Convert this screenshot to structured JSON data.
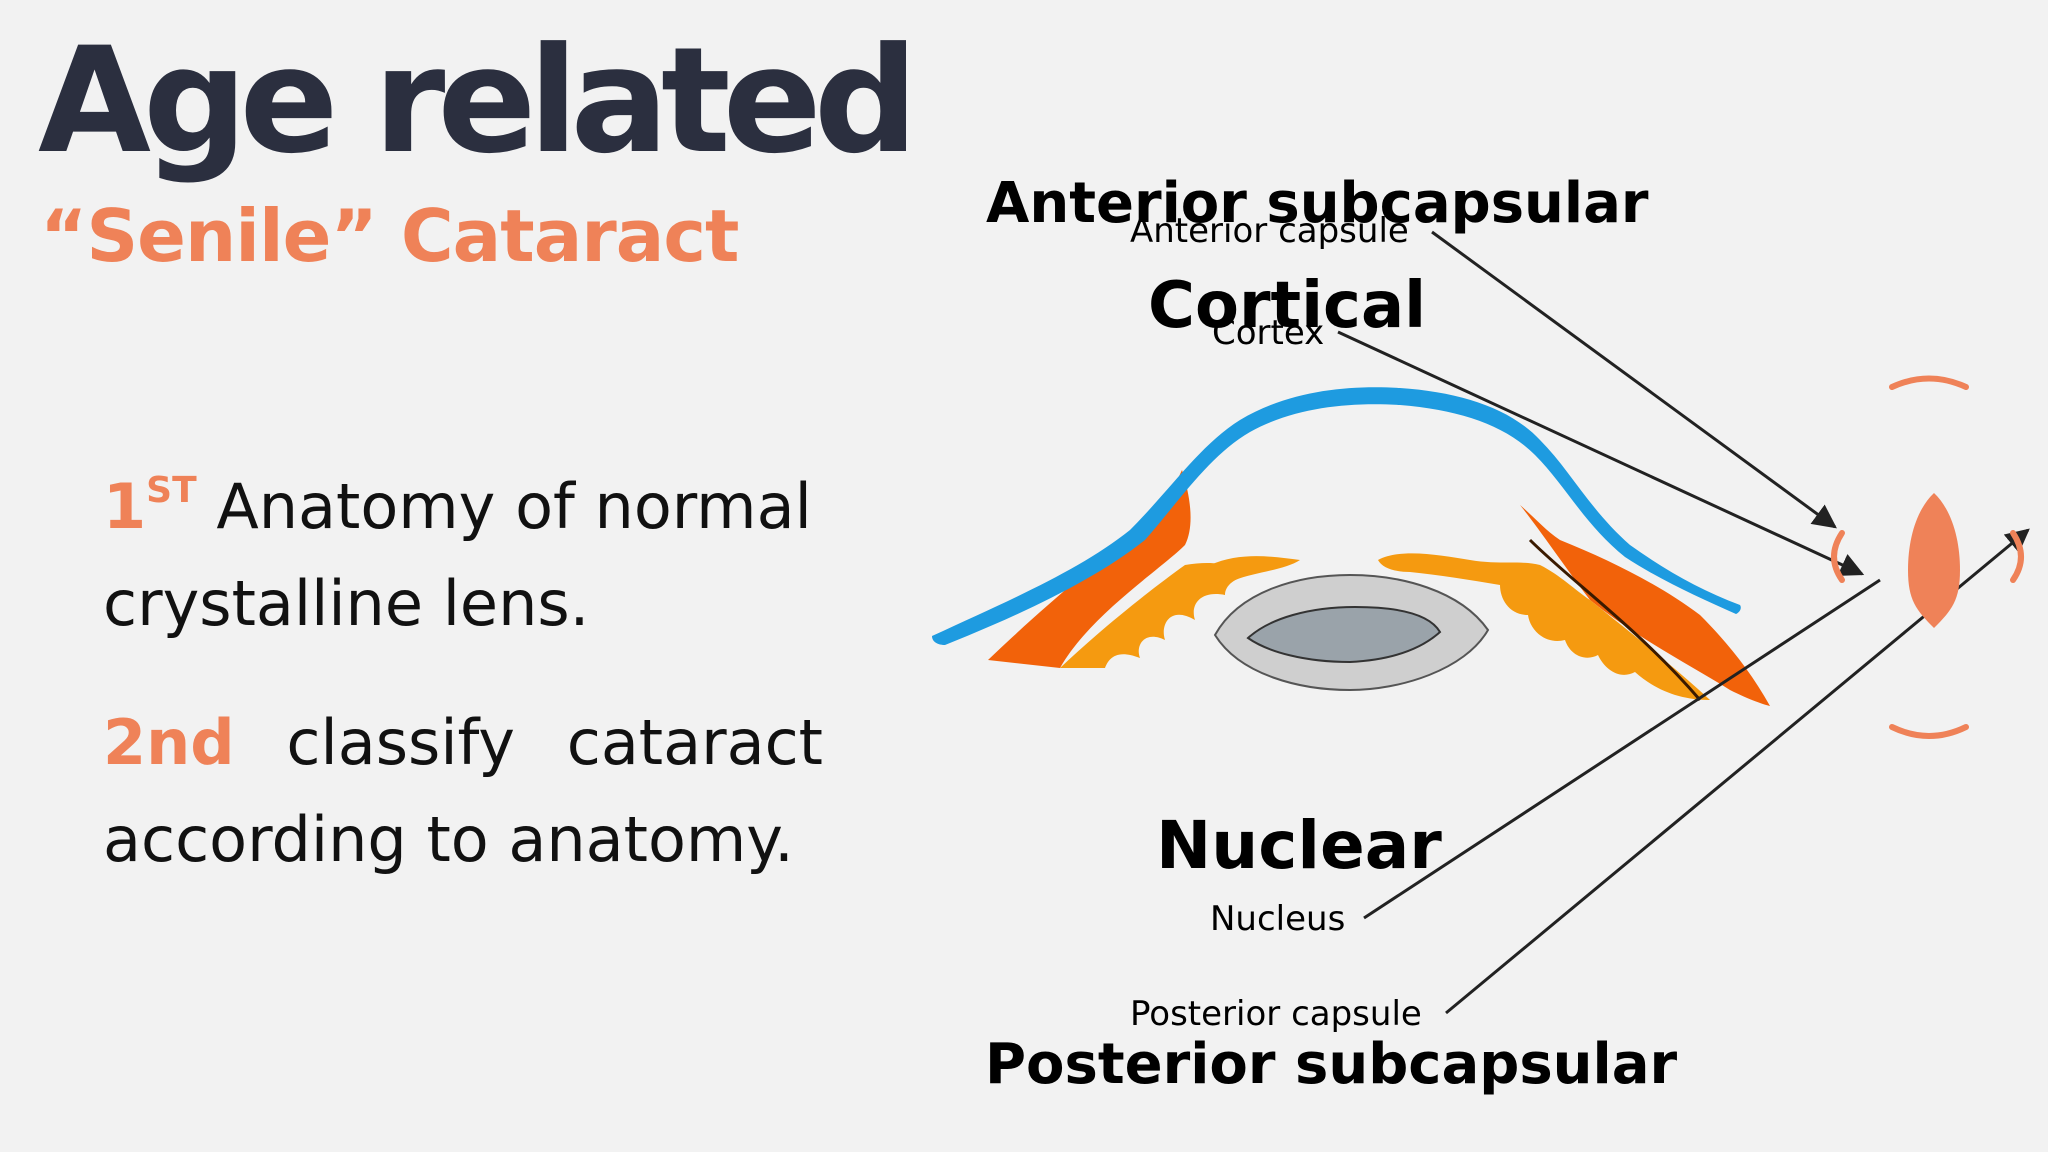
{
  "title": "Age related",
  "subtitle": "“Senile” Cataract",
  "points": [
    {
      "number": "1",
      "superscript": "ST",
      "text": "Anatomy of normal crystalline lens."
    },
    {
      "number": "2nd",
      "text": "classify cataract according to anatomy."
    }
  ],
  "diagram": {
    "labels": {
      "anterior_subcapsular": "Anterior subcapsular",
      "anterior_capsule": "Anterior capsule",
      "cortical": "Cortical",
      "cortex": "Cortex",
      "nuclear": "Nuclear",
      "nucleus": "Nucleus",
      "posterior_capsule": "Posterior capsule",
      "posterior_subcapsular": "Posterior subcapsular"
    },
    "colors": {
      "capsule": "#1e9be0",
      "cortex_dark": "#f2620a",
      "cortex_light": "#f59a10",
      "nucleus_outer": "#cfcfcf",
      "nucleus_inner": "#9aa3aa",
      "accent": "#ef8258"
    }
  }
}
